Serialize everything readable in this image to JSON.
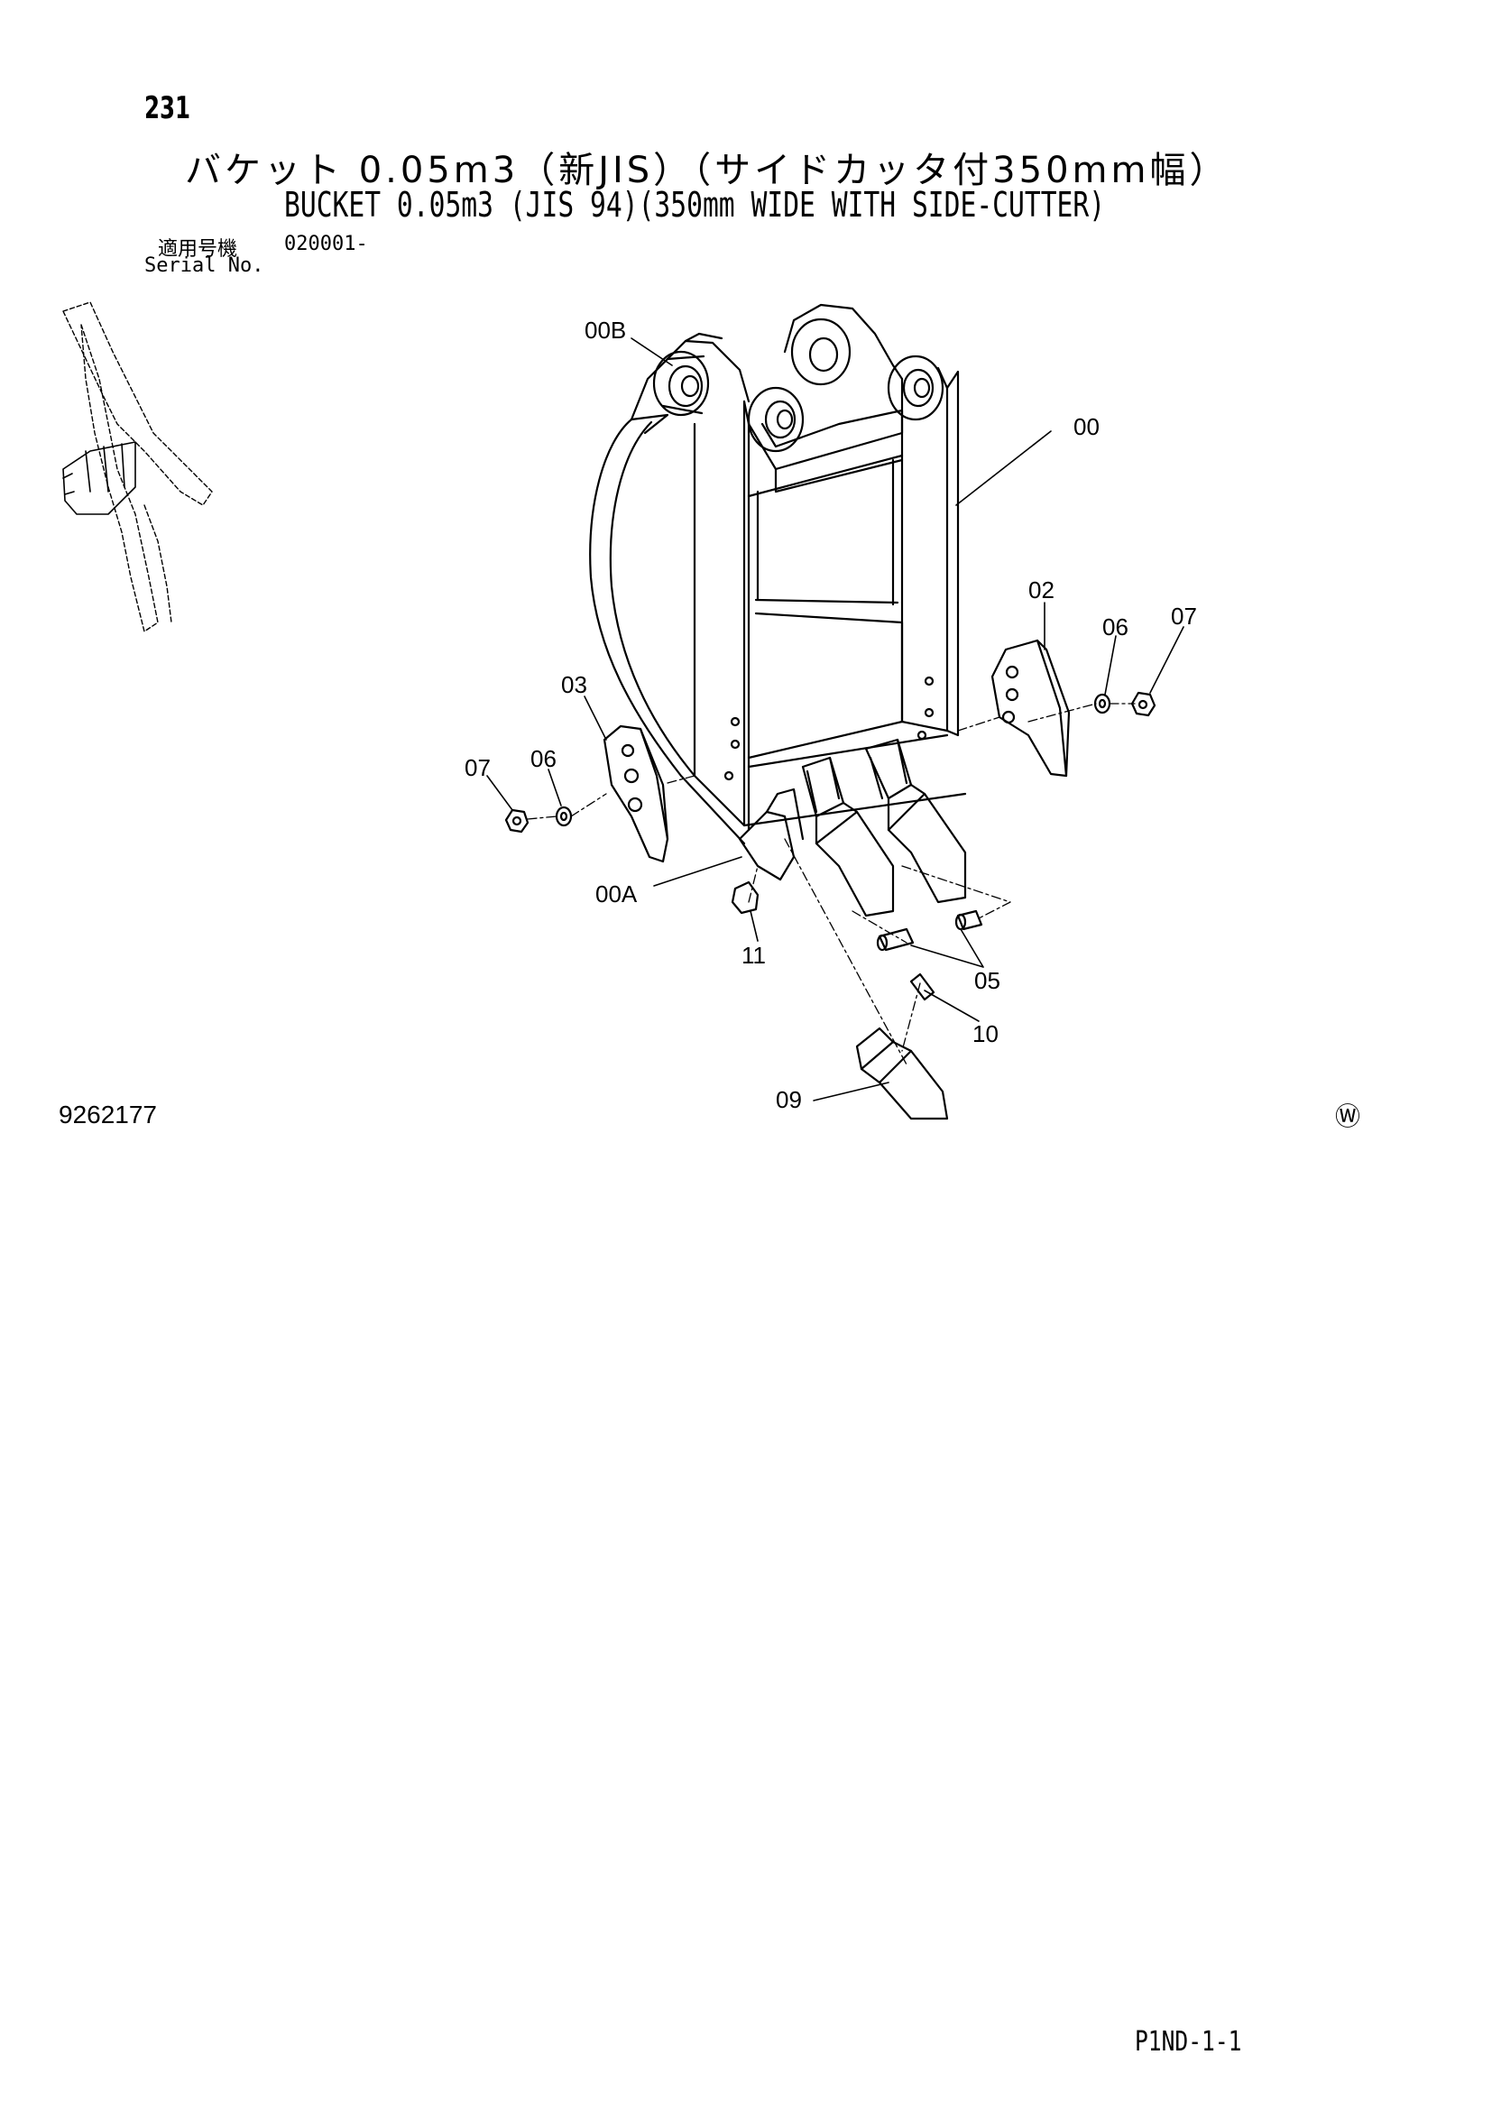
{
  "header": {
    "page_number": "231",
    "title_jp": "バケット 0.05m3（新JIS）（サイドカッタ付350mm幅）",
    "title_en": "BUCKET 0.05m3 (JIS 94)(350mm WIDE WITH SIDE-CUTTER)",
    "serial_label_jp": "適用号機",
    "serial_label_en": "Serial No.",
    "serial_value": "020001-"
  },
  "callouts": {
    "c00B": "00B",
    "c00": "00",
    "c02": "02",
    "c06r": "06",
    "c07r": "07",
    "c03": "03",
    "c07l": "07",
    "c06l": "06",
    "c00A": "00A",
    "c11": "11",
    "c05": "05",
    "c10": "10",
    "c09": "09"
  },
  "footer": {
    "doc_id": "9262177",
    "mark": "Ⓦ",
    "page_code": "P1ND-1-1"
  }
}
